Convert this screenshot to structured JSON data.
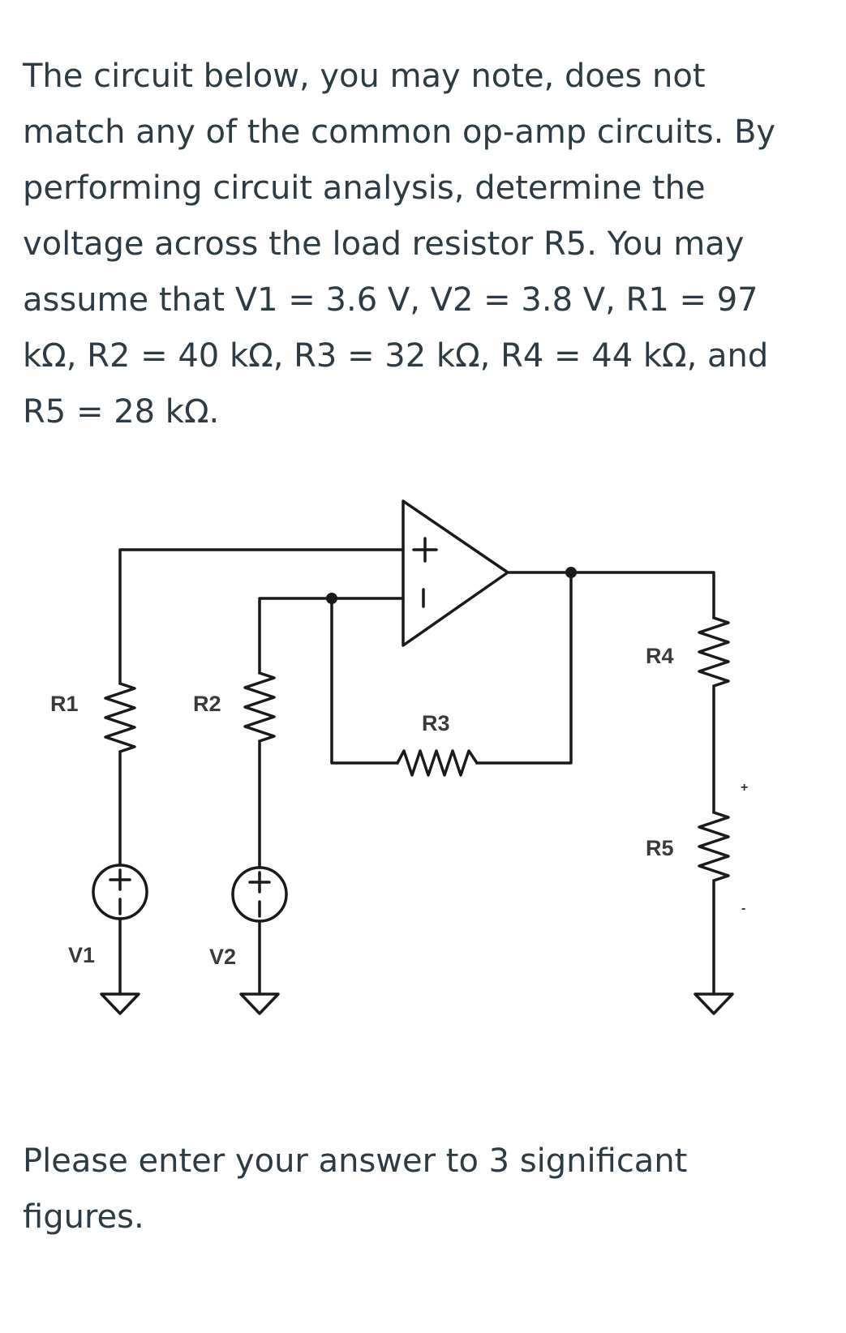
{
  "question": {
    "text": "The circuit below, you may note, does not match any of the common op-amp circuits. By performing circuit analysis, determine the voltage across the load resistor R5. You may assume that V1 = 3.6 V, V2 = 3.8 V, R1 = 97 kΩ, R2 = 40 kΩ, R3 = 32 kΩ, R4 = 44 kΩ, and R5 = 28 kΩ."
  },
  "circuit": {
    "labels": {
      "r1": "R1",
      "r2": "R2",
      "r3": "R3",
      "r4": "R4",
      "r5": "R5",
      "v1": "V1",
      "v2": "V2",
      "r5_plus": "+",
      "r5_minus": "-"
    }
  },
  "footer": {
    "text": "Please enter your answer to 3 significant figures."
  }
}
